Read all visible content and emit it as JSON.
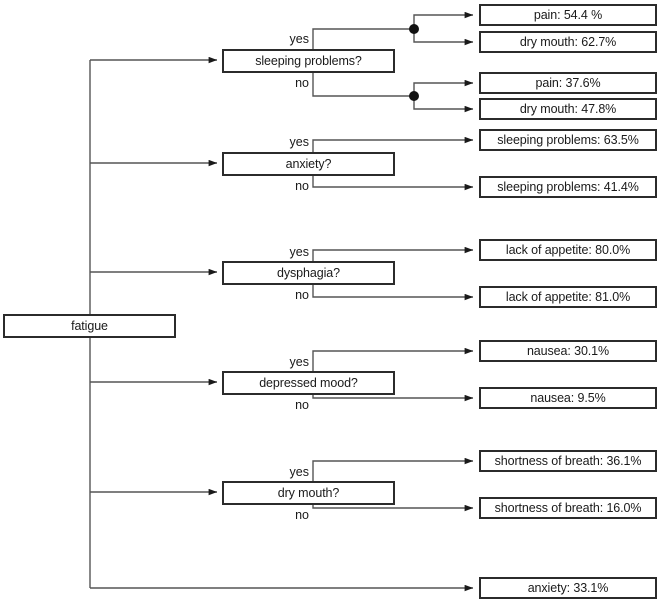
{
  "diagram": {
    "type": "decision-tree",
    "root": {
      "label": "fatigue"
    },
    "edge_labels": {
      "yes": "yes",
      "no": "no"
    },
    "branches": [
      {
        "question": "sleeping problems?",
        "yes_outcomes": [
          "pain: 54.4 %",
          "dry mouth: 62.7%"
        ],
        "no_outcomes": [
          "pain: 37.6%",
          "dry mouth: 47.8%"
        ]
      },
      {
        "question": "anxiety?",
        "yes_outcomes": [
          "sleeping problems: 63.5%"
        ],
        "no_outcomes": [
          "sleeping problems: 41.4%"
        ]
      },
      {
        "question": "dysphagia?",
        "yes_outcomes": [
          "lack of appetite: 80.0%"
        ],
        "no_outcomes": [
          "lack of appetite: 81.0%"
        ]
      },
      {
        "question": "depressed mood?",
        "yes_outcomes": [
          "nausea: 30.1%"
        ],
        "no_outcomes": [
          "nausea: 9.5%"
        ]
      },
      {
        "question": "dry mouth?",
        "yes_outcomes": [
          "shortness of breath: 36.1%"
        ],
        "no_outcomes": [
          "shortness of breath: 16.0%"
        ]
      }
    ],
    "direct_outcome": "anxiety: 33.1%",
    "colors": {
      "box_border": "#2b2b2b",
      "wire": "#555555",
      "text": "#1a1a1a",
      "background": "#ffffff"
    }
  }
}
